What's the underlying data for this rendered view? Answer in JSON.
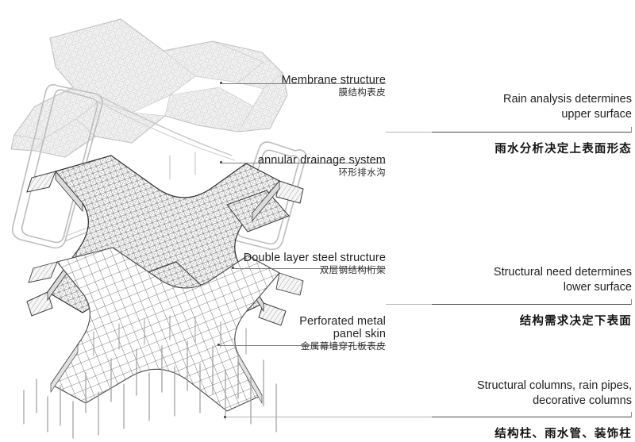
{
  "diagram": {
    "title": "Layered architectural exploded axonometric",
    "background_color": "#ffffff",
    "line_color": "#8e8e8e",
    "dark_line_color": "#4a4a4a",
    "layers": [
      {
        "id": "membrane",
        "name": "membrane-mesh-layer",
        "tone": "#c9c9c9"
      },
      {
        "id": "drainage",
        "name": "annular-drainage-loop-layer",
        "tone": "#b8b8b8"
      },
      {
        "id": "steel",
        "name": "double-layer-steel-truss-layer",
        "tone": "#3a3a3a"
      },
      {
        "id": "panel",
        "name": "perforated-metal-panel-layer",
        "tone": "#5a5a5a"
      },
      {
        "id": "columns",
        "name": "structural-column-layer",
        "tone": "#9a9a9a"
      }
    ]
  },
  "callouts": [
    {
      "key": "membrane",
      "en": "Membrane structure",
      "cn": "膜结构表皮"
    },
    {
      "key": "drainage",
      "en": "annular drainage system",
      "cn": "环形排水沟"
    },
    {
      "key": "steel",
      "en": "Double layer steel structure",
      "cn": "双层钢结构桁架"
    },
    {
      "key": "panel",
      "en": "Perforated metal panel skin",
      "en_line1": "Perforated metal",
      "en_line2": "panel skin",
      "cn": "金属幕墙穿孔板表皮"
    }
  ],
  "summaries": [
    {
      "key": "upper",
      "en_line1": "Rain analysis determines",
      "en_line2": "upper surface",
      "cn": "雨水分析决定上表面形态"
    },
    {
      "key": "lower",
      "en_line1": "Structural need determines",
      "en_line2": "lower surface",
      "cn": "结构需求决定下表面"
    },
    {
      "key": "columns",
      "en_line1": "Structural columns, rain pipes,",
      "en_line2": "decorative columns",
      "cn": "结构柱、雨水管、装饰柱"
    }
  ]
}
